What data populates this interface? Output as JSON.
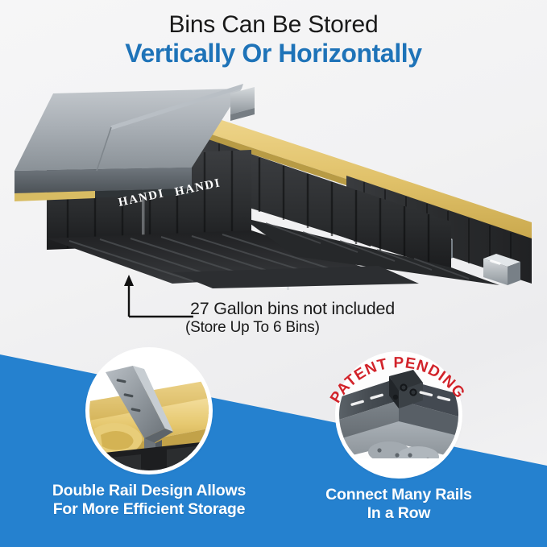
{
  "theme": {
    "background": "#f3f3f4",
    "accent_blue": "#1e73b8",
    "banner_blue": "#2581cf",
    "red": "#d2232a",
    "text_dark": "#1a1a1a",
    "white": "#ffffff",
    "rail_yellow": "#e3c56a",
    "rail_gray": "#9ea4a9",
    "bin_black": "#2a2b2d"
  },
  "headline": {
    "line1": "Bins Can Be Stored",
    "line2": "Vertically Or Horizontally"
  },
  "product": {
    "brand_label": "HANDI",
    "brand_label_2": "HANDI"
  },
  "callout": {
    "main": "27 Gallon bins not included",
    "sub": "(Store Up To 6 Bins)"
  },
  "features": [
    {
      "id": "double-rail",
      "caption_line1": "Double Rail Design Allows",
      "caption_line2": "For More Efficient Storage",
      "badge": ""
    },
    {
      "id": "connect-rails",
      "caption_line1": "Connect Many Rails",
      "caption_line2": "In a Row",
      "badge": "PATENT PENDING"
    }
  ]
}
